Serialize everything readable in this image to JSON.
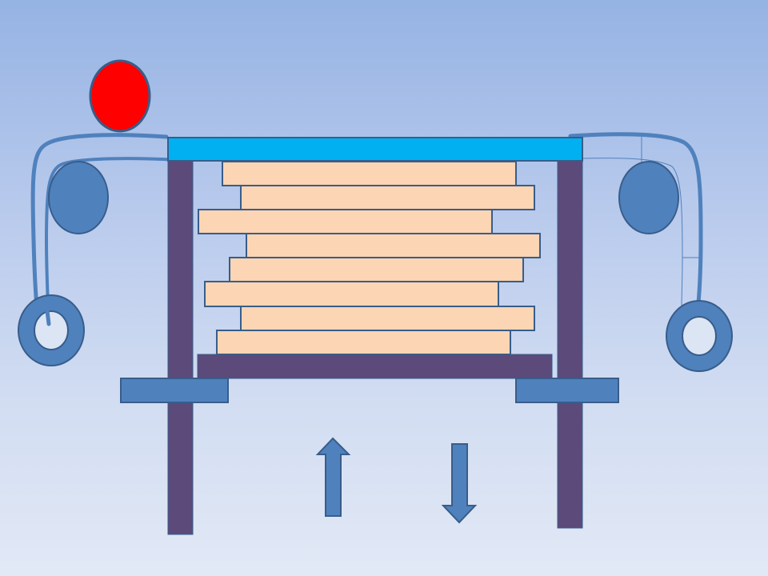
{
  "diagram": {
    "colors": {
      "indicator": "#ff0000",
      "top_plate": "#00b0f0",
      "frame": "#5b4a7a",
      "layer_fill": "#fcd5b4",
      "shape_blue": "#4f81bd",
      "outline": "#385d8a"
    },
    "layers_count": 8,
    "arrows": [
      "arrow-up",
      "arrow-down"
    ]
  }
}
